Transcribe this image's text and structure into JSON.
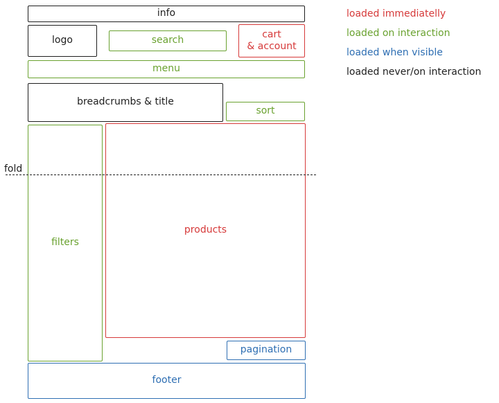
{
  "boxes": {
    "info": "info",
    "logo": "logo",
    "search": "search",
    "cart_account": "cart\n& account",
    "menu": "menu",
    "breadcrumbs_title": "breadcrumbs & title",
    "sort": "sort",
    "filters": "filters",
    "products": "products",
    "pagination": "pagination",
    "footer": "footer"
  },
  "fold": "fold",
  "legend": [
    {
      "label": "loaded immediatelly",
      "color": "#d63a3a"
    },
    {
      "label": "loaded on interaction",
      "color": "#6aa230"
    },
    {
      "label": "loaded when visible",
      "color": "#2f6fb3"
    },
    {
      "label": "loaded never/on interaction",
      "color": "#1e1e1e"
    }
  ]
}
